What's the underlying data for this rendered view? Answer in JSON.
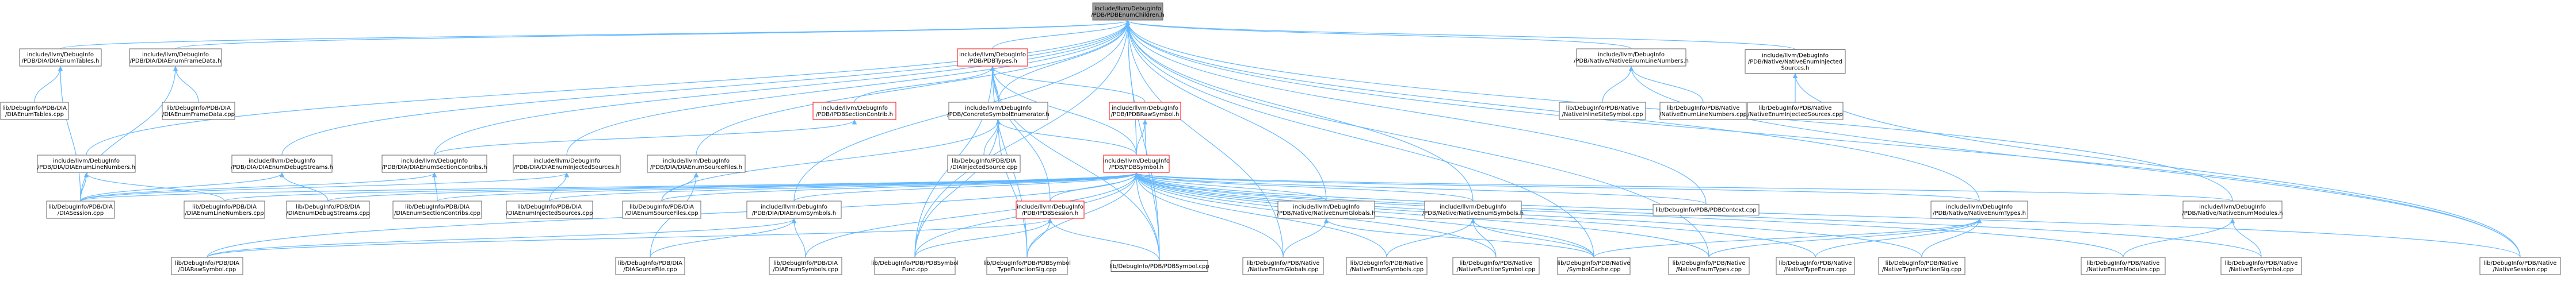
{
  "colors": {
    "edge": "#63b8ff",
    "node_fill": "#ffffff",
    "node_border": "#666666",
    "root_fill": "#999999",
    "highlight_border": "#ff0000"
  },
  "nodes": [
    {
      "id": "root",
      "kind": "root",
      "lines": [
        "include/llvm/DebugInfo",
        "/PDB/PDBEnumChildren.h"
      ]
    },
    {
      "id": "diaEnumTablesH",
      "kind": "normal",
      "lines": [
        "include/llvm/DebugInfo",
        "/PDB/DIA/DIAEnumTables.h"
      ]
    },
    {
      "id": "diaEnumFrameDataH",
      "kind": "normal",
      "lines": [
        "include/llvm/DebugInfo",
        "/PDB/DIA/DIAEnumFrameData.h"
      ]
    },
    {
      "id": "pdbTypesH",
      "kind": "highlight",
      "lines": [
        "include/llvm/DebugInfo",
        "/PDB/PDBTypes.h"
      ]
    },
    {
      "id": "nativeEnumLineNumbersH",
      "kind": "normal",
      "lines": [
        "include/llvm/DebugInfo",
        "/PDB/Native/NativeEnumLineNumbers.h"
      ]
    },
    {
      "id": "nativeEnumInjectedH",
      "kind": "normal",
      "lines": [
        "include/llvm/DebugInfo",
        "/PDB/Native/NativeEnumInjected",
        "Sources.h"
      ]
    },
    {
      "id": "diaEnumTablesCpp",
      "kind": "normal",
      "lines": [
        "lib/DebugInfo/PDB/DIA",
        "/DIAEnumTables.cpp"
      ]
    },
    {
      "id": "diaEnumFrameDataCpp",
      "kind": "normal",
      "lines": [
        "lib/DebugInfo/PDB/DIA",
        "/DIAEnumFrameData.cpp"
      ]
    },
    {
      "id": "ipdbSectionContribH",
      "kind": "highlight",
      "lines": [
        "include/llvm/DebugInfo",
        "/PDB/IPDBSectionContrib.h"
      ]
    },
    {
      "id": "concreteSymbolEnumH",
      "kind": "normal",
      "lines": [
        "include/llvm/DebugInfo",
        "/PDB/ConcreteSymbolEnumerator.h"
      ]
    },
    {
      "id": "ipdbRawSymbolH",
      "kind": "highlight",
      "lines": [
        "include/llvm/DebugInfo",
        "/PDB/IPDBRawSymbol.h"
      ]
    },
    {
      "id": "nativeInlineSiteCpp",
      "kind": "normal",
      "lines": [
        "lib/DebugInfo/PDB/Native",
        "/NativeInlineSiteSymbol.cpp"
      ]
    },
    {
      "id": "nativeEnumLineNumbersCpp",
      "kind": "normal",
      "lines": [
        "lib/DebugInfo/PDB/Native",
        "/NativeEnumLineNumbers.cpp"
      ]
    },
    {
      "id": "nativeEnumInjectedCpp",
      "kind": "normal",
      "lines": [
        "lib/DebugInfo/PDB/Native",
        "/NativeEnumInjectedSources.cpp"
      ]
    },
    {
      "id": "diaEnumLineNumbersH",
      "kind": "normal",
      "lines": [
        "include/llvm/DebugInfo",
        "/PDB/DIA/DIAEnumLineNumbers.h"
      ]
    },
    {
      "id": "diaEnumDebugStreamsH",
      "kind": "normal",
      "lines": [
        "include/llvm/DebugInfo",
        "/PDB/DIA/DIAEnumDebugStreams.h"
      ]
    },
    {
      "id": "diaEnumSectionContribsH",
      "kind": "normal",
      "lines": [
        "include/llvm/DebugInfo",
        "/PDB/DIA/DIAEnumSectionContribs.h"
      ]
    },
    {
      "id": "diaEnumInjectedH",
      "kind": "normal",
      "lines": [
        "include/llvm/DebugInfo",
        "/PDB/DIA/DIAEnumInjectedSources.h"
      ]
    },
    {
      "id": "diaEnumSourceFilesH",
      "kind": "normal",
      "lines": [
        "include/llvm/DebugInfo",
        "/PDB/DIA/DIAEnumSourceFiles.h"
      ]
    },
    {
      "id": "diaInjectedSourceCpp",
      "kind": "normal",
      "lines": [
        "lib/DebugInfo/PDB/DIA",
        "/DIAInjectedSource.cpp"
      ]
    },
    {
      "id": "ipdbSymbolH",
      "kind": "highlight",
      "lines": [
        "include/llvm/DebugInfo",
        "/PDB/PDBSymbol.h"
      ]
    },
    {
      "id": "diaSessionCpp",
      "kind": "normal",
      "lines": [
        "lib/DebugInfo/PDB/DIA",
        "/DIASession.cpp"
      ]
    },
    {
      "id": "diaEnumLineNumbersCpp",
      "kind": "normal",
      "lines": [
        "lib/DebugInfo/PDB/DIA",
        "/DIAEnumLineNumbers.cpp"
      ]
    },
    {
      "id": "diaEnumDebugStreamsCpp",
      "kind": "normal",
      "lines": [
        "lib/DebugInfo/PDB/DIA",
        "/DIAEnumDebugStreams.cpp"
      ]
    },
    {
      "id": "diaEnumSectionContribsCpp",
      "kind": "normal",
      "lines": [
        "lib/DebugInfo/PDB/DIA",
        "/DIAEnumSectionContribs.cpp"
      ]
    },
    {
      "id": "diaEnumInjectedCpp",
      "kind": "normal",
      "lines": [
        "lib/DebugInfo/PDB/DIA",
        "/DIAEnumInjectedSources.cpp"
      ]
    },
    {
      "id": "diaEnumSourceFilesCpp",
      "kind": "normal",
      "lines": [
        "lib/DebugInfo/PDB/DIA",
        "/DIAEnumSourceFiles.cpp"
      ]
    },
    {
      "id": "diaEnumSymbolsH",
      "kind": "normal",
      "lines": [
        "include/llvm/DebugInfo",
        "/PDB/DIA/DIAEnumSymbols.h"
      ]
    },
    {
      "id": "ipdbSessionH",
      "kind": "highlight",
      "lines": [
        "include/llvm/DebugInfo",
        "/PDB/IPDBSession.h"
      ]
    },
    {
      "id": "nativeEnumGlobalsH",
      "kind": "normal",
      "lines": [
        "include/llvm/DebugInfo",
        "/PDB/Native/NativeEnumGlobals.h"
      ]
    },
    {
      "id": "nativeEnumSymbolsH",
      "kind": "normal",
      "lines": [
        "include/llvm/DebugInfo",
        "/PDB/Native/NativeEnumSymbols.h"
      ]
    },
    {
      "id": "pdbContextCpp",
      "kind": "normal",
      "lines": [
        "lib/DebugInfo/PDB/PDBContext.cpp"
      ]
    },
    {
      "id": "nativeEnumTypesH",
      "kind": "normal",
      "lines": [
        "include/llvm/DebugInfo",
        "/PDB/Native/NativeEnumTypes.h"
      ]
    },
    {
      "id": "nativeEnumModulesH",
      "kind": "normal",
      "lines": [
        "include/llvm/DebugInfo",
        "/PDB/Native/NativeEnumModules.h"
      ]
    },
    {
      "id": "diaRawSymbolCpp",
      "kind": "normal",
      "lines": [
        "lib/DebugInfo/PDB/DIA",
        "/DIARawSymbol.cpp"
      ]
    },
    {
      "id": "diaSourceFileCpp",
      "kind": "normal",
      "lines": [
        "lib/DebugInfo/PDB/DIA",
        "/DIASourceFile.cpp"
      ]
    },
    {
      "id": "diaEnumSymbolsCpp",
      "kind": "normal",
      "lines": [
        "lib/DebugInfo/PDB/DIA",
        "/DIAEnumSymbols.cpp"
      ]
    },
    {
      "id": "pdbSymbolFuncCpp",
      "kind": "normal",
      "lines": [
        "lib/DebugInfo/PDB/PDBSymbol",
        "Func.cpp"
      ]
    },
    {
      "id": "pdbSymbolTypeFuncSigCpp",
      "kind": "normal",
      "lines": [
        "lib/DebugInfo/PDB/PDBSymbol",
        "TypeFunctionSig.cpp"
      ]
    },
    {
      "id": "pdbSymbolCpp",
      "kind": "normal",
      "lines": [
        "lib/DebugInfo/PDB/PDBSymbol.cpp"
      ]
    },
    {
      "id": "nativeEnumGlobalsCpp",
      "kind": "normal",
      "lines": [
        "lib/DebugInfo/PDB/Native",
        "/NativeEnumGlobals.cpp"
      ]
    },
    {
      "id": "nativeEnumSymbolsCpp",
      "kind": "normal",
      "lines": [
        "lib/DebugInfo/PDB/Native",
        "/NativeEnumSymbols.cpp"
      ]
    },
    {
      "id": "nativeFunctionSymbolCpp",
      "kind": "normal",
      "lines": [
        "lib/DebugInfo/PDB/Native",
        "/NativeFunctionSymbol.cpp"
      ]
    },
    {
      "id": "symbolCacheCpp",
      "kind": "normal",
      "lines": [
        "lib/DebugInfo/PDB/Native",
        "/SymbolCache.cpp"
      ]
    },
    {
      "id": "nativeEnumTypesCpp",
      "kind": "normal",
      "lines": [
        "lib/DebugInfo/PDB/Native",
        "/NativeEnumTypes.cpp"
      ]
    },
    {
      "id": "nativeTypeEnumCpp",
      "kind": "normal",
      "lines": [
        "lib/DebugInfo/PDB/Native",
        "/NativeTypeEnum.cpp"
      ]
    },
    {
      "id": "nativeTypeFuncSigCpp",
      "kind": "normal",
      "lines": [
        "lib/DebugInfo/PDB/Native",
        "/NativeTypeFunctionSig.cpp"
      ]
    },
    {
      "id": "nativeEnumModulesCpp",
      "kind": "normal",
      "lines": [
        "lib/DebugInfo/PDB/Native",
        "/NativeEnumModules.cpp"
      ]
    },
    {
      "id": "nativeExeSymbolCpp",
      "kind": "normal",
      "lines": [
        "lib/DebugInfo/PDB/Native",
        "/NativeExeSymbol.cpp"
      ]
    },
    {
      "id": "nativeSessionCpp",
      "kind": "normal",
      "lines": [
        "lib/DebugInfo/PDB/Native",
        "/NativeSession.cpp"
      ]
    }
  ],
  "edges": [
    [
      "root",
      "diaEnumTablesH"
    ],
    [
      "root",
      "diaEnumFrameDataH"
    ],
    [
      "root",
      "pdbTypesH"
    ],
    [
      "root",
      "nativeEnumLineNumbersH"
    ],
    [
      "root",
      "nativeEnumInjectedH"
    ],
    [
      "root",
      "concreteSymbolEnumH"
    ],
    [
      "root",
      "diaEnumLineNumbersH"
    ],
    [
      "root",
      "diaEnumDebugStreamsH"
    ],
    [
      "root",
      "diaEnumSectionContribsH"
    ],
    [
      "root",
      "diaEnumInjectedH"
    ],
    [
      "root",
      "diaEnumSourceFilesH"
    ],
    [
      "root",
      "diaEnumSymbolsH"
    ],
    [
      "root",
      "nativeEnumGlobalsH"
    ],
    [
      "root",
      "nativeEnumSymbolsH"
    ],
    [
      "root",
      "nativeEnumTypesH"
    ],
    [
      "root",
      "nativeEnumModulesH"
    ],
    [
      "root",
      "ipdbSymbolH"
    ],
    [
      "root",
      "pdbContextCpp"
    ],
    [
      "root",
      "pdbSymbolCpp"
    ],
    [
      "root",
      "symbolCacheCpp"
    ],
    [
      "root",
      "nativeEnumTypesCpp"
    ],
    [
      "root",
      "nativeSessionCpp"
    ],
    [
      "root",
      "pdbSymbolFuncCpp"
    ],
    [
      "root",
      "nativeEnumGlobalsCpp"
    ],
    [
      "diaEnumTablesH",
      "diaEnumTablesCpp"
    ],
    [
      "diaEnumTablesH",
      "diaSessionCpp"
    ],
    [
      "diaEnumFrameDataH",
      "diaEnumFrameDataCpp"
    ],
    [
      "diaEnumFrameDataH",
      "diaSessionCpp"
    ],
    [
      "pdbTypesH",
      "ipdbSectionContribH"
    ],
    [
      "pdbTypesH",
      "concreteSymbolEnumH"
    ],
    [
      "pdbTypesH",
      "ipdbRawSymbolH"
    ],
    [
      "pdbTypesH",
      "ipdbSymbolH"
    ],
    [
      "pdbTypesH",
      "ipdbSessionH"
    ],
    [
      "pdbTypesH",
      "pdbSymbolCpp"
    ],
    [
      "pdbTypesH",
      "pdbSymbolFuncCpp"
    ],
    [
      "pdbTypesH",
      "pdbSymbolTypeFuncSigCpp"
    ],
    [
      "ipdbSectionContribH",
      "diaEnumSectionContribsH"
    ],
    [
      "concreteSymbolEnumH",
      "diaInjectedSourceCpp"
    ],
    [
      "concreteSymbolEnumH",
      "ipdbSymbolH"
    ],
    [
      "concreteSymbolEnumH",
      "pdbSymbolFuncCpp"
    ],
    [
      "concreteSymbolEnumH",
      "pdbSymbolTypeFuncSigCpp"
    ],
    [
      "concreteSymbolEnumH",
      "diaEnumSourceFilesCpp"
    ],
    [
      "ipdbRawSymbolH",
      "ipdbSymbolH"
    ],
    [
      "ipdbRawSymbolH",
      "pdbSymbolCpp"
    ],
    [
      "nativeEnumLineNumbersH",
      "nativeInlineSiteCpp"
    ],
    [
      "nativeEnumLineNumbersH",
      "nativeEnumLineNumbersCpp"
    ],
    [
      "nativeEnumLineNumbersH",
      "nativeSessionCpp"
    ],
    [
      "nativeEnumInjectedH",
      "nativeEnumInjectedCpp"
    ],
    [
      "nativeEnumInjectedH",
      "nativeSessionCpp"
    ],
    [
      "diaEnumLineNumbersH",
      "diaSessionCpp"
    ],
    [
      "diaEnumLineNumbersH",
      "diaEnumLineNumbersCpp"
    ],
    [
      "diaEnumDebugStreamsH",
      "diaEnumDebugStreamsCpp"
    ],
    [
      "diaEnumDebugStreamsH",
      "diaSessionCpp"
    ],
    [
      "diaEnumSectionContribsH",
      "diaEnumSectionContribsCpp"
    ],
    [
      "diaEnumSectionContribsH",
      "diaSessionCpp"
    ],
    [
      "diaEnumInjectedH",
      "diaEnumInjectedCpp"
    ],
    [
      "diaEnumInjectedH",
      "diaSessionCpp"
    ],
    [
      "diaEnumSourceFilesH",
      "diaEnumSourceFilesCpp"
    ],
    [
      "diaEnumSourceFilesH",
      "diaSourceFileCpp"
    ],
    [
      "diaEnumSymbolsH",
      "diaRawSymbolCpp"
    ],
    [
      "diaEnumSymbolsH",
      "diaSourceFileCpp"
    ],
    [
      "diaEnumSymbolsH",
      "diaEnumSymbolsCpp"
    ],
    [
      "ipdbSymbolH",
      "diaSessionCpp"
    ],
    [
      "ipdbSymbolH",
      "diaEnumLineNumbersCpp"
    ],
    [
      "ipdbSymbolH",
      "diaEnumDebugStreamsCpp"
    ],
    [
      "ipdbSymbolH",
      "diaEnumSectionContribsCpp"
    ],
    [
      "ipdbSymbolH",
      "diaEnumInjectedCpp"
    ],
    [
      "ipdbSymbolH",
      "diaEnumSourceFilesCpp"
    ],
    [
      "ipdbSymbolH",
      "diaEnumSymbolsH"
    ],
    [
      "ipdbSymbolH",
      "ipdbSessionH"
    ],
    [
      "ipdbSymbolH",
      "nativeEnumGlobalsH"
    ],
    [
      "ipdbSymbolH",
      "nativeEnumSymbolsH"
    ],
    [
      "ipdbSymbolH",
      "pdbContextCpp"
    ],
    [
      "ipdbSymbolH",
      "nativeEnumTypesH"
    ],
    [
      "ipdbSymbolH",
      "nativeEnumModulesH"
    ],
    [
      "ipdbSymbolH",
      "diaRawSymbolCpp"
    ],
    [
      "ipdbSymbolH",
      "diaEnumSymbolsCpp"
    ],
    [
      "ipdbSymbolH",
      "pdbSymbolFuncCpp"
    ],
    [
      "ipdbSymbolH",
      "pdbSymbolTypeFuncSigCpp"
    ],
    [
      "ipdbSymbolH",
      "pdbSymbolCpp"
    ],
    [
      "ipdbSymbolH",
      "nativeEnumGlobalsCpp"
    ],
    [
      "ipdbSymbolH",
      "nativeEnumSymbolsCpp"
    ],
    [
      "ipdbSymbolH",
      "nativeFunctionSymbolCpp"
    ],
    [
      "ipdbSymbolH",
      "symbolCacheCpp"
    ],
    [
      "ipdbSymbolH",
      "nativeEnumTypesCpp"
    ],
    [
      "ipdbSymbolH",
      "nativeTypeEnumCpp"
    ],
    [
      "ipdbSymbolH",
      "nativeTypeFuncSigCpp"
    ],
    [
      "ipdbSymbolH",
      "nativeEnumModulesCpp"
    ],
    [
      "ipdbSymbolH",
      "nativeExeSymbolCpp"
    ],
    [
      "ipdbSymbolH",
      "nativeSessionCpp"
    ],
    [
      "ipdbSessionH",
      "diaRawSymbolCpp"
    ],
    [
      "ipdbSessionH",
      "pdbSymbolTypeFuncSigCpp"
    ],
    [
      "ipdbSessionH",
      "pdbSymbolCpp"
    ],
    [
      "ipdbSessionH",
      "pdbSymbolFuncCpp"
    ],
    [
      "nativeEnumGlobalsH",
      "nativeEnumGlobalsCpp"
    ],
    [
      "nativeEnumGlobalsH",
      "symbolCacheCpp"
    ],
    [
      "nativeEnumSymbolsH",
      "nativeEnumSymbolsCpp"
    ],
    [
      "nativeEnumSymbolsH",
      "nativeFunctionSymbolCpp"
    ],
    [
      "nativeEnumSymbolsH",
      "symbolCacheCpp"
    ],
    [
      "nativeEnumTypesH",
      "nativeEnumTypesCpp"
    ],
    [
      "nativeEnumTypesH",
      "nativeTypeEnumCpp"
    ],
    [
      "nativeEnumTypesH",
      "nativeTypeFuncSigCpp"
    ],
    [
      "nativeEnumTypesH",
      "symbolCacheCpp"
    ],
    [
      "nativeEnumModulesH",
      "nativeEnumModulesCpp"
    ],
    [
      "nativeEnumModulesH",
      "nativeExeSymbolCpp"
    ]
  ]
}
